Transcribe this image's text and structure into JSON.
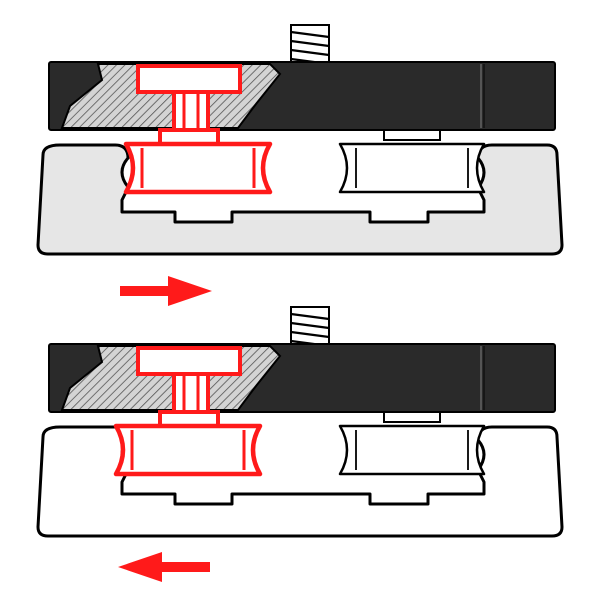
{
  "diagram": {
    "panels": [
      {
        "name": "top",
        "rail_fill": "#e6e6e6",
        "direction": "right"
      },
      {
        "name": "bottom",
        "rail_fill": "#ffffff",
        "direction": "left"
      }
    ],
    "colors": {
      "block": "#2a2a2a",
      "block_outline": "#000000",
      "hatch_fill": "#d4d4d4",
      "hatch_line": "#555555",
      "highlight": "#ff1a1a",
      "outline": "#000000",
      "arrow": "#ff1a1a"
    },
    "icons": {
      "adjust_screw": "threaded-screw-icon",
      "motion_right": "arrow-right-icon",
      "motion_left": "arrow-left-icon"
    }
  }
}
